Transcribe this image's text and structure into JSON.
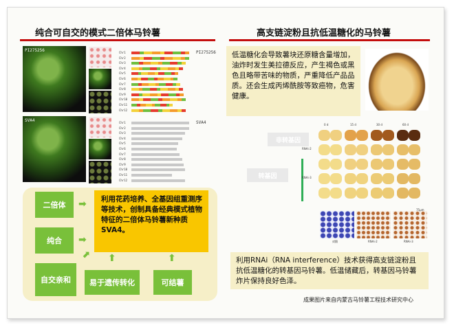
{
  "left_title": "纯合可自交的模式二倍体马铃薯",
  "right_title": "高支链淀粉且抗低温糖化的马铃薯",
  "genotype_a": "PI275256",
  "genotype_b": "SVA4",
  "chromosomes": [
    "Chr1",
    "Chr2",
    "Chr3",
    "Chr4",
    "Chr5",
    "Chr6",
    "Chr7",
    "Chr8",
    "Chr9",
    "Chr10",
    "Chr11",
    "Chr12"
  ],
  "flow_boxes": {
    "diploid": "二倍体",
    "homozygous": "纯合",
    "self_compatible": "自交亲和",
    "easy_transform": "易于遗传转化",
    "tuber": "可结薯"
  },
  "left_summary": "利用花药培养、全基因组重测序等技术，创制具备经典模式植物特征的二倍体马铃薯新种质SVA4。",
  "right_intro": "低温糖化会导致薯块还原糖含量增加，油炸时发生美拉德反应，产生褐色或黑色且略带苦味的物质，严重降低产品品质。还会生成丙烯酰胺等致癌物，危害健康。",
  "non_transgenic_label": "非转基因",
  "transgenic_label": "转基因",
  "rnai_labels": [
    "RNAi-2",
    "RNAi-3"
  ],
  "day_labels": [
    "0 d",
    "15 d",
    "30 d",
    "60 d"
  ],
  "micro_labels": [
    "对照",
    "RNAi-2",
    "RNAi-3"
  ],
  "scale_label": "75μm",
  "right_summary": "利用RNAi（RNA interference）技术获得高支链淀粉且抗低温糖化的转基因马铃薯。低温储藏后，转基因马铃薯炸片保持良好色泽。",
  "credit": "成果图片来自内蒙古马铃薯工程技术研究中心",
  "colors": {
    "accent_red": "#c40d0d",
    "green": "#79c03a",
    "yellow": "#f9c600",
    "panel": "#f6efc8"
  }
}
